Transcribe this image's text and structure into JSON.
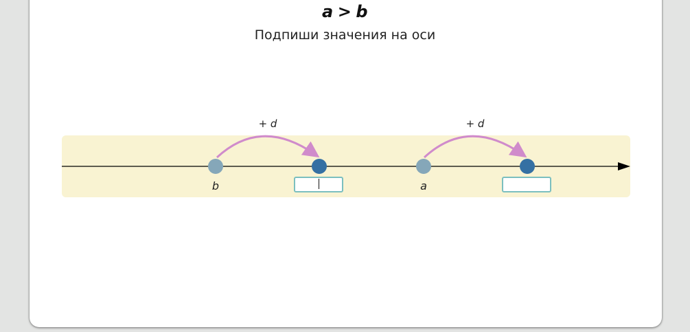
{
  "task": {
    "title_left": "a",
    "title_operator": ">",
    "title_right": "b",
    "instruction": "Подпиши значения на оси"
  },
  "number_line": {
    "band_color": "#f9f3d2",
    "given_point_color": "#85a7b9",
    "answer_point_color": "#3570a3",
    "arc_color": "#d08bcb",
    "input_border_color": "#7bbfbf",
    "points": [
      {
        "label": "b",
        "type": "given"
      },
      {
        "label": "",
        "type": "answer",
        "input_value": "",
        "focused": true
      },
      {
        "label": "a",
        "type": "given"
      },
      {
        "label": "",
        "type": "answer",
        "input_value": "",
        "focused": false
      }
    ],
    "arcs": [
      {
        "label": "+ d",
        "from": "b",
        "to": "answer-1"
      },
      {
        "label": "+ d",
        "from": "a",
        "to": "answer-2"
      }
    ]
  }
}
